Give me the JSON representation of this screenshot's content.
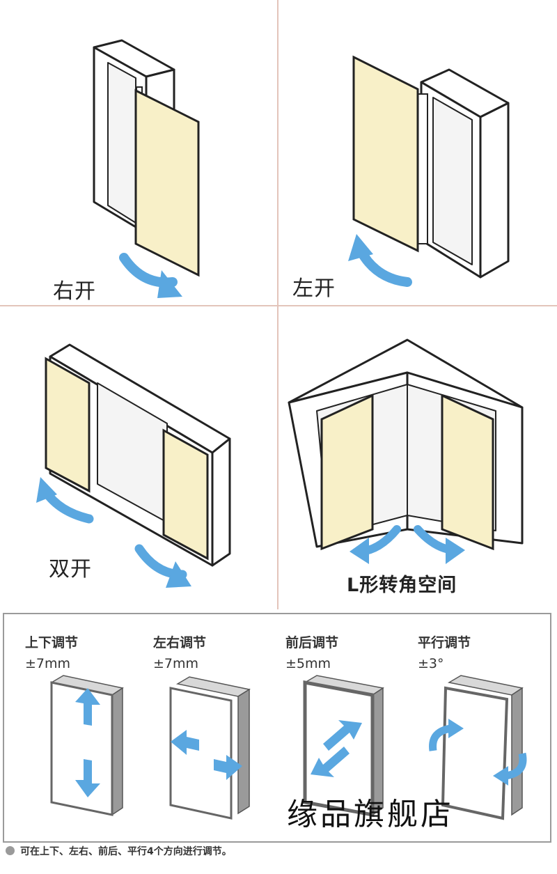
{
  "colors": {
    "door": "#f8f0c8",
    "arrow": "#5aa7e0",
    "divider": "#e3c4ba",
    "frame_stroke": "#222222",
    "panel_border": "#9a9a9a"
  },
  "quadrants": [
    {
      "label": "右开"
    },
    {
      "label": "左开"
    },
    {
      "label": "双开"
    },
    {
      "label": "L形转角空间"
    }
  ],
  "adjustments": [
    {
      "title": "上下调节",
      "value": "±7mm"
    },
    {
      "title": "左右调节",
      "value": "±7mm"
    },
    {
      "title": "前后调节",
      "value": "±5mm"
    },
    {
      "title": "平行调节",
      "value": "±3°"
    }
  ],
  "watermark": "缘品旗舰店",
  "footnote": "可在上下、左右、前后、平行4个方向进行调节。"
}
